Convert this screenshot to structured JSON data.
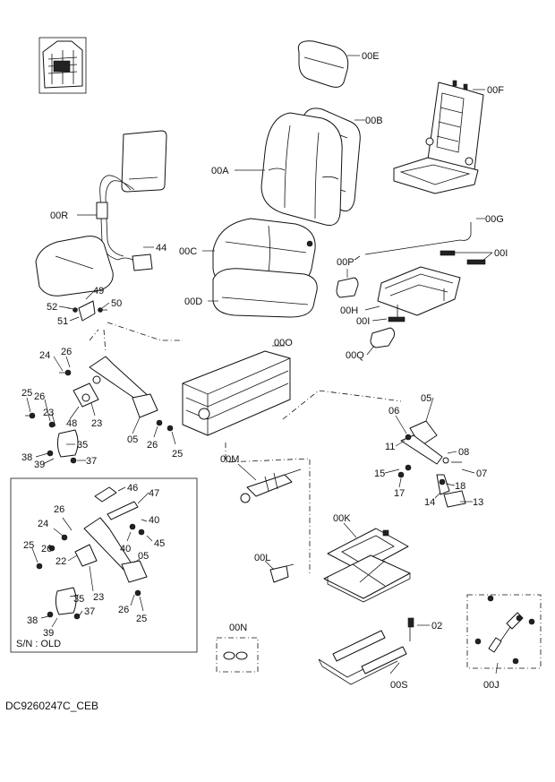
{
  "diagram": {
    "drawing_number": "DC9260247C_CEB",
    "inset_label": "S/N : OLD",
    "labels": {
      "p00E": "00E",
      "p00F": "00F",
      "p00B": "00B",
      "p00A": "00A",
      "p00R": "00R",
      "p44": "44",
      "p00G": "00G",
      "p00C": "00C",
      "p00I_a": "00I",
      "p00P": "00P",
      "p00D": "00D",
      "p49": "49",
      "p50": "50",
      "p52": "52",
      "p51": "51",
      "p00H": "00H",
      "p00I_b": "00I",
      "p00O": "00O",
      "p00Q": "00Q",
      "p24_a": "24",
      "p26_a": "26",
      "p25_a": "25",
      "p26_b": "26",
      "p23_a": "23",
      "p48": "48",
      "p23_b": "23",
      "p05_a": "05",
      "p26_c": "26",
      "p25_b": "25",
      "p35_a": "35",
      "p38_a": "38",
      "p39_a": "39",
      "p37_a": "37",
      "p05_b": "05",
      "p06": "06",
      "p11": "11",
      "p08": "08",
      "p15": "15",
      "p17": "17",
      "p07": "07",
      "p18": "18",
      "p14": "14",
      "p13": "13",
      "p00M": "00M",
      "p00K": "00K",
      "p00L": "00L",
      "p00N": "00N",
      "p02": "02",
      "p00S": "00S",
      "p00J": "00J",
      "p46": "46",
      "p47": "47",
      "p26_d": "26",
      "p24_b": "24",
      "p40_a": "40",
      "p40_b": "40",
      "p45": "45",
      "p25_c": "25",
      "p26_e": "26",
      "p22": "22",
      "p05_c": "05",
      "p35_b": "35",
      "p23_c": "23",
      "p26_f": "26",
      "p25_d": "25",
      "p37_b": "37",
      "p38_b": "38",
      "p39_b": "39"
    }
  }
}
